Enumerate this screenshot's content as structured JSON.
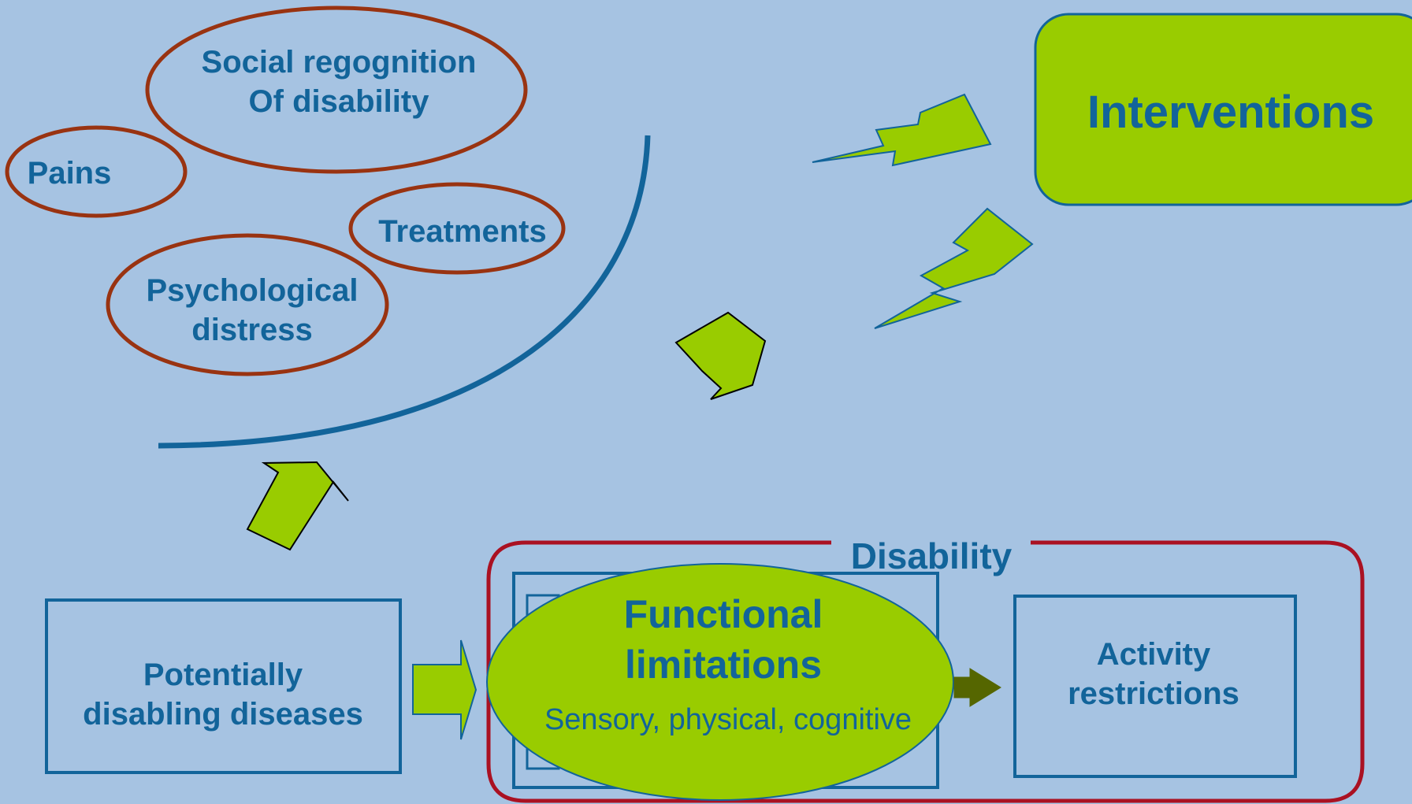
{
  "colors": {
    "background": "#a6c3e2",
    "lime": "#99cc00",
    "blue_text": "#12649a",
    "blue_stroke": "#12649a",
    "brown_outline": "#993311",
    "disability_frame": "#aa1122",
    "dark_arrow": "#556600"
  },
  "ovals": {
    "social_recognition": {
      "line1": "Social regognition",
      "line2": "Of disability"
    },
    "pains": {
      "label": "Pains"
    },
    "treatments": {
      "label": "Treatments"
    },
    "psychological_distress": {
      "line1": "Psychological",
      "line2": "distress"
    }
  },
  "interventions": {
    "label": "Interventions"
  },
  "potentially_disabling": {
    "line1": "Potentially",
    "line2": "disabling diseases"
  },
  "disability": {
    "title": "Disability",
    "functional_limitations": {
      "line1": "Functional",
      "line2": "limitations",
      "subtitle": "Sensory, physical, cognitive"
    },
    "activity_restrictions": {
      "line1": "Activity",
      "line2": "restrictions"
    }
  }
}
